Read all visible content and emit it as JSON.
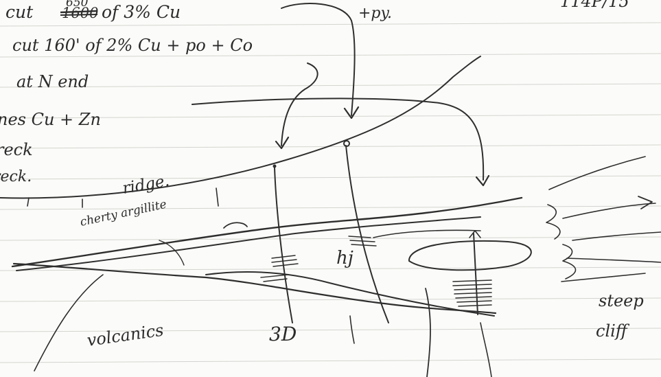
{
  "notes": {
    "line1": "cut 1600 650 of 3% Cu",
    "line1_cut": "cut",
    "line1_struck": "1600",
    "line1_overwrite": "650",
    "line1_rest": "of 3% Cu",
    "line1_py": "+py.",
    "line2": "cut 160' of 2% Cu + po + Co",
    "line3": "at N end",
    "line4": "nes Cu + Zn",
    "line5": "reck",
    "line6": "reck."
  },
  "page_ref": "114P/15",
  "labels": {
    "ridge": "ridge.",
    "cherty_argillite": "cherty argillite",
    "hj": "hj",
    "volcanics": "volcanics",
    "symbol": "3D",
    "steep": "steep",
    "cliff": "cliff"
  }
}
